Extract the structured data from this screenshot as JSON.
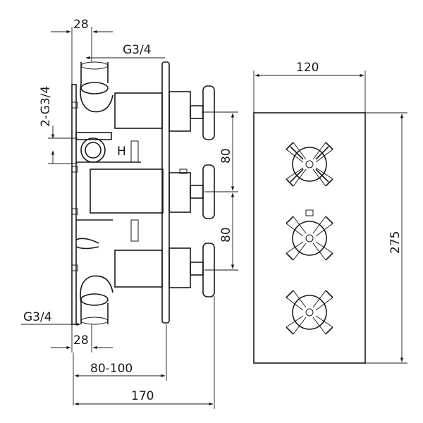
{
  "side_view": {
    "top_width": "28",
    "top_inlet": "G3/4",
    "outlets": "2-G3/4",
    "center_spacing_upper": "80",
    "center_spacing_lower": "80",
    "bottom_inlet": "G3/4",
    "bottom_width": "28",
    "depth_range": "80-100",
    "total_depth": "170",
    "label_h": "H"
  },
  "front_view": {
    "plate_width": "120",
    "plate_height": "275"
  }
}
